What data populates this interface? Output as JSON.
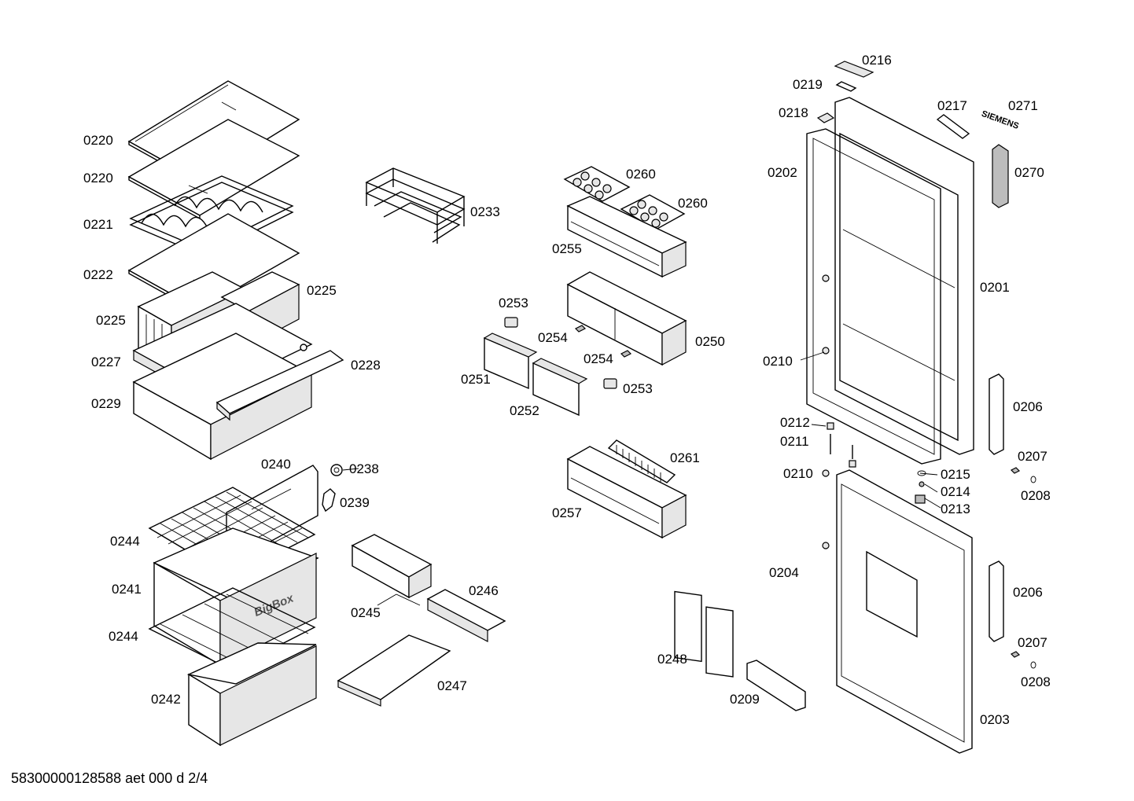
{
  "diagram": {
    "footer": "58300000128588 aet 000 d 2/4",
    "brand_mark": "SIEMENS",
    "big_box_mark": "BigBox",
    "labels": {
      "p0220a": "0220",
      "p0220b": "0220",
      "p0221": "0221",
      "p0222": "0222",
      "p0225a": "0225",
      "p0225b": "0225",
      "p0227": "0227",
      "p0228": "0228",
      "p0229": "0229",
      "p0233": "0233",
      "p0260a": "0260",
      "p0260b": "0260",
      "p0255": "0255",
      "p0253a": "0253",
      "p0254a": "0254",
      "p0254b": "0254",
      "p0250": "0250",
      "p0251": "0251",
      "p0252": "0252",
      "p0253b": "0253",
      "p0261": "0261",
      "p0257": "0257",
      "p0240": "0240",
      "p0238": "0238",
      "p0239": "0239",
      "p0244a": "0244",
      "p0241": "0241",
      "p0244b": "0244",
      "p0242": "0242",
      "p0246": "0246",
      "p0245": "0245",
      "p0247": "0247",
      "p0248": "0248",
      "p0209": "0209",
      "p0216": "0216",
      "p0219": "0219",
      "p0218": "0218",
      "p0217": "0217",
      "p0271": "0271",
      "p0202": "0202",
      "p0270": "0270",
      "p0201": "0201",
      "p0210a": "0210",
      "p0206a": "0206",
      "p0212": "0212",
      "p0211": "0211",
      "p0207a": "0207",
      "p0208a": "0208",
      "p0210b": "0210",
      "p0215": "0215",
      "p0214": "0214",
      "p0213": "0213",
      "p0204": "0204",
      "p0206b": "0206",
      "p0207b": "0207",
      "p0208b": "0208",
      "p0203": "0203"
    }
  }
}
